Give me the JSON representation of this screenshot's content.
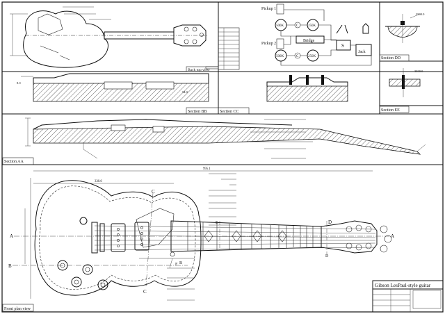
{
  "views": {
    "back_view": "Back top view",
    "section_bb": "Section BB",
    "section_cc": "Section CC",
    "section_dd": "Section DD",
    "section_ee": "Section EE",
    "section_aa": "Section AA",
    "front_view": "Front plan view"
  },
  "section_letters": {
    "a": "A",
    "b": "B",
    "c": "C",
    "d": "D",
    "e": "E",
    "f": "F"
  },
  "wiring": {
    "pickup_1": "Pickup 1",
    "pickup_2": "Pickup 2",
    "pot_1": "500K",
    "pot_2": "250K",
    "pot_3": "500K",
    "pot_4": "250K",
    "cap_1": "C",
    "cap_2": "C",
    "bridge": "Bridge",
    "switch": "S",
    "jack": "Jack"
  },
  "title_block": {
    "title": "Gibson LesPaul-style guitar"
  },
  "dims": {
    "overall": "995.1",
    "body_width": "330.6",
    "d1": "8.0",
    "d2": "54.0",
    "d3": "3500.0",
    "d4": "3500.0"
  },
  "colors": {
    "line": "#111111",
    "paper": "#ffffff"
  }
}
